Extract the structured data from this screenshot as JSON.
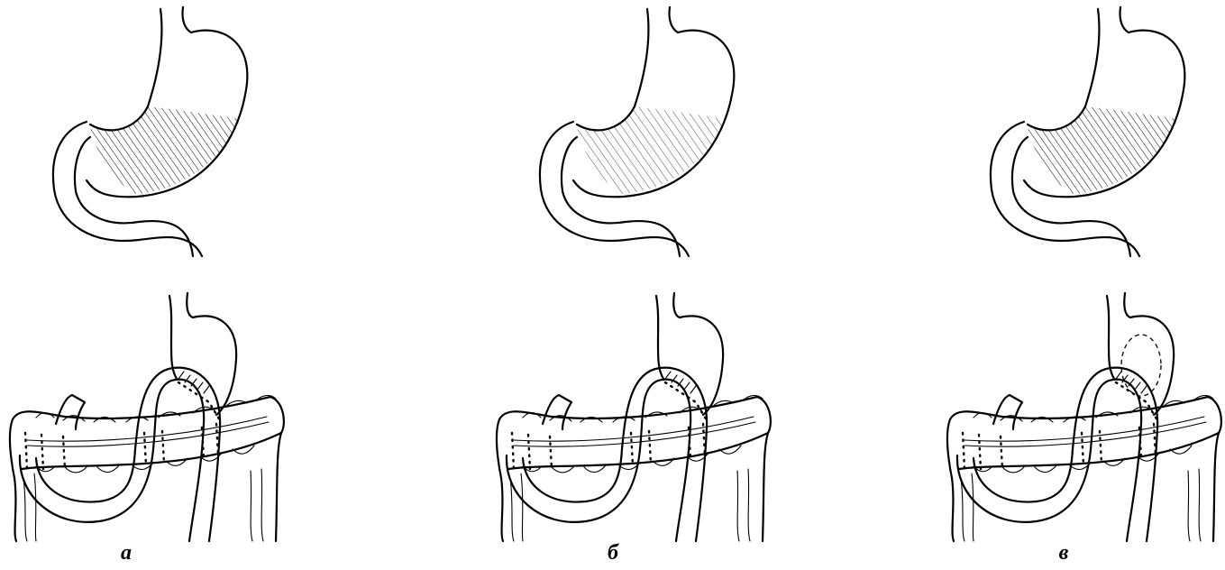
{
  "panels": [
    {
      "label": "а"
    },
    {
      "label": "б"
    },
    {
      "label": "в"
    }
  ]
}
